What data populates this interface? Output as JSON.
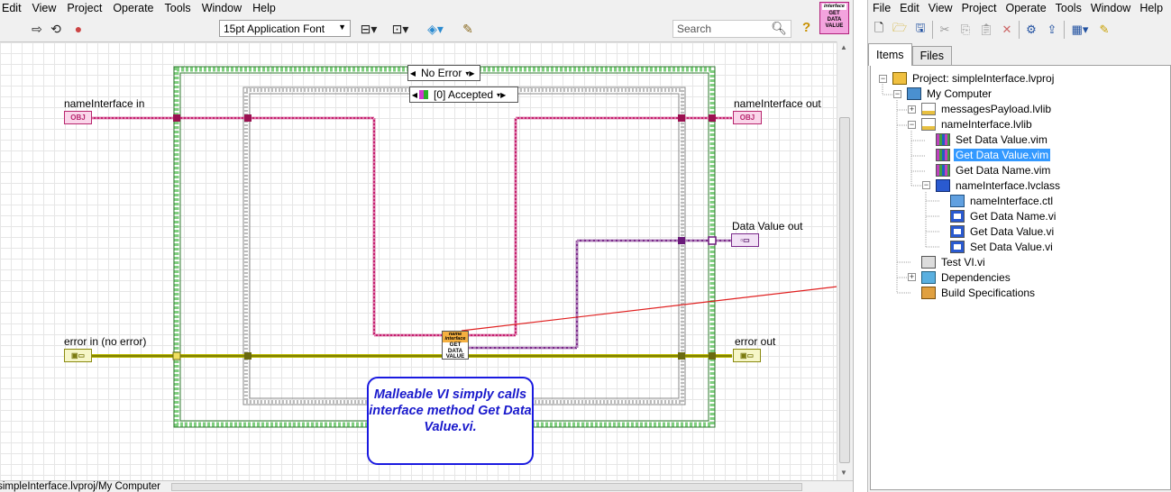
{
  "block_diagram": {
    "menu": [
      "Edit",
      "View",
      "Project",
      "Operate",
      "Tools",
      "Window",
      "Help"
    ],
    "font_selector": "15pt Application Font",
    "search_placeholder": "Search",
    "vi_icon": {
      "header": "interface",
      "line1": "GET",
      "line2": "DATA",
      "line3": "VALUE"
    },
    "labels": {
      "name_in": "nameInterface in",
      "name_out": "nameInterface out",
      "data_value_out": "Data Value out",
      "error_in": "error in (no error)",
      "error_out": "error out"
    },
    "controls": {
      "obj": "OBJ",
      "err": "▣▭",
      "dv": "▫▭"
    },
    "outer_case": "No Error",
    "inner_case": "[0] Accepted",
    "subvi": {
      "header": "name interface",
      "line1": "GET",
      "line2": "DATA",
      "line3": "VALUE"
    },
    "callout": "Malleable VI simply calls interface method Get Data Value.vi.",
    "status_path": "simpleInterface.lvproj/My Computer"
  },
  "project_explorer": {
    "menu": [
      "File",
      "Edit",
      "View",
      "Project",
      "Operate",
      "Tools",
      "Window",
      "Help"
    ],
    "tabs": [
      "Items",
      "Files"
    ],
    "tree": [
      {
        "label": "Project: simpleInterface.lvproj",
        "level": 0,
        "icon": "project-icon"
      },
      {
        "label": "My Computer",
        "level": 1,
        "icon": "computer-icon"
      },
      {
        "label": "messagesPayload.lvlib",
        "level": 2,
        "icon": "library-icon"
      },
      {
        "label": "nameInterface.lvlib",
        "level": 2,
        "icon": "library-icon"
      },
      {
        "label": "Set Data Value.vim",
        "level": 3,
        "icon": "vim-icon"
      },
      {
        "label": "Get Data Value.vim",
        "level": 3,
        "icon": "vim-icon",
        "selected": true
      },
      {
        "label": "Get Data Name.vim",
        "level": 3,
        "icon": "vim-icon"
      },
      {
        "label": "nameInterface.lvclass",
        "level": 3,
        "icon": "class-icon"
      },
      {
        "label": "nameInterface.ctl",
        "level": 4,
        "icon": "class-ctl-icon"
      },
      {
        "label": "Get Data Name.vi",
        "level": 4,
        "icon": "vi-icon"
      },
      {
        "label": "Get Data Value.vi",
        "level": 4,
        "icon": "vi-icon"
      },
      {
        "label": "Set Data Value.vi",
        "level": 4,
        "icon": "vi-icon"
      },
      {
        "label": "Test VI.vi",
        "level": 2,
        "icon": "test-vi-icon"
      },
      {
        "label": "Dependencies",
        "level": 2,
        "icon": "dependencies-icon"
      },
      {
        "label": "Build Specifications",
        "level": 2,
        "icon": "build-icon"
      }
    ]
  },
  "colors": {
    "class_wire": "#c41e6e",
    "error_wire": "#b8b800",
    "variant_wire": "#7a2a8a",
    "case_border": "#4caf50",
    "callout": "#1a1ae0",
    "arrow": "#e02020",
    "selection": "#3399ff"
  }
}
